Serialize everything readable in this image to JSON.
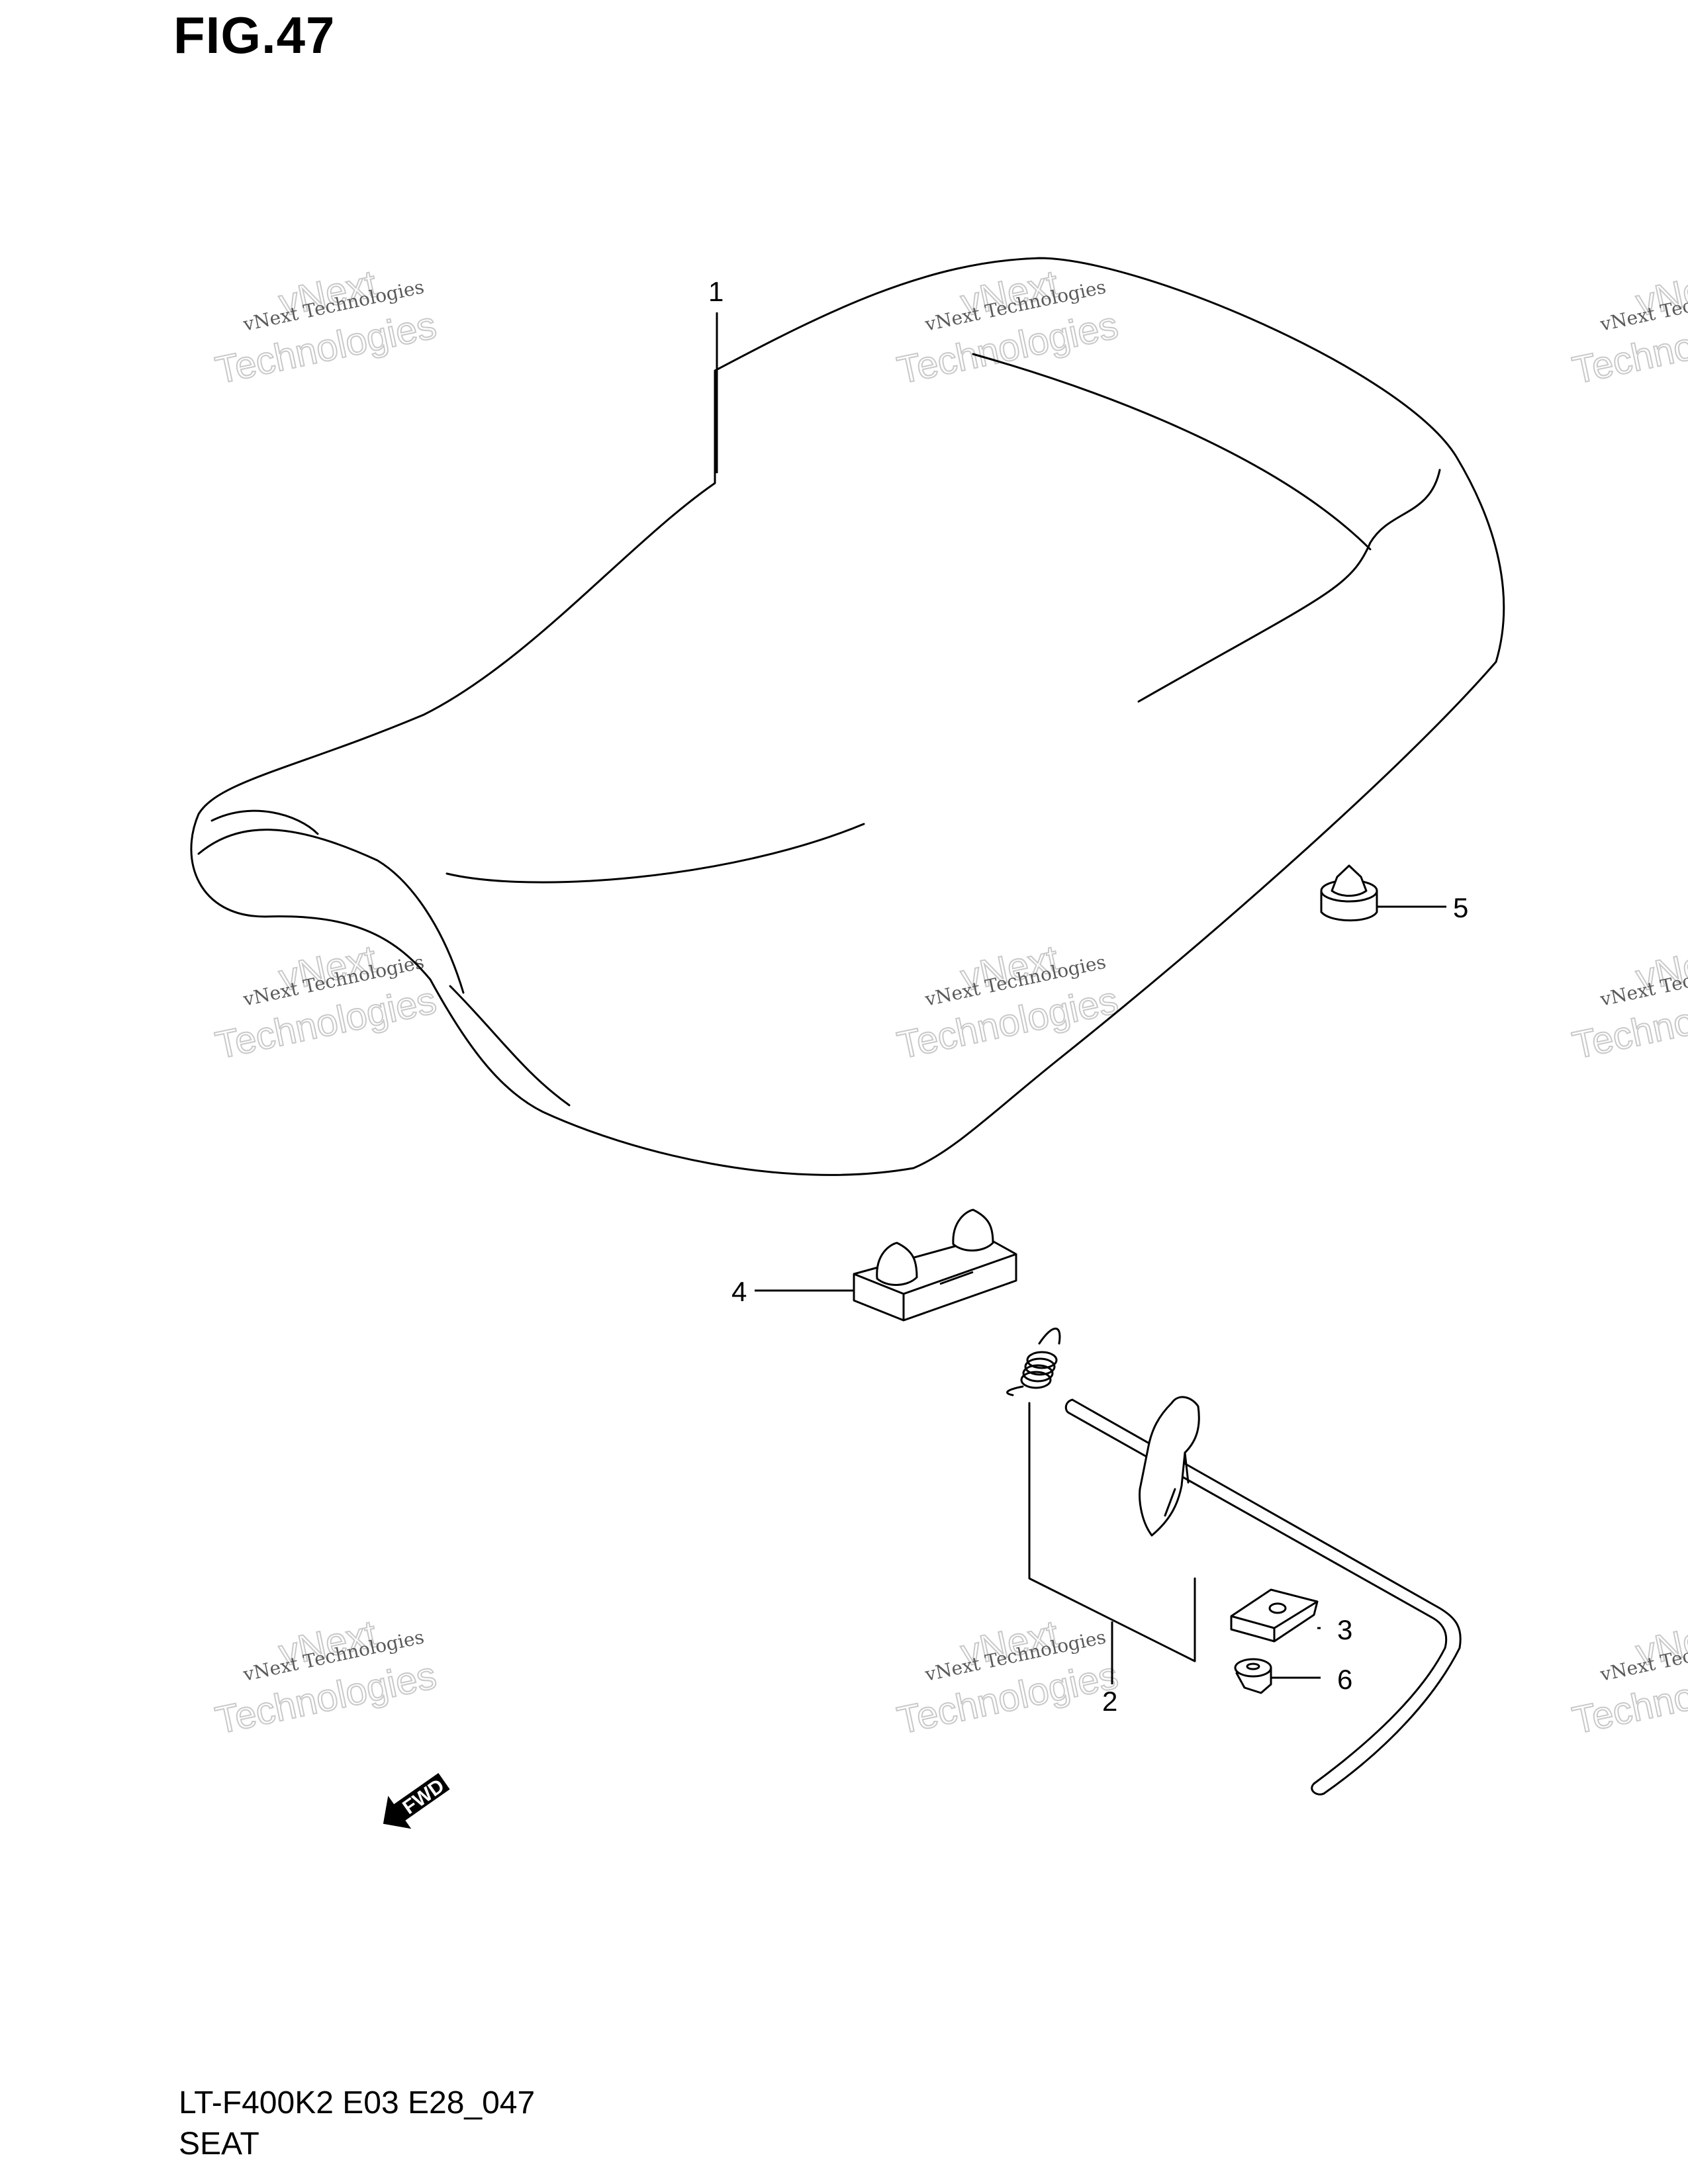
{
  "figure": {
    "title": "FIG.47"
  },
  "footer": {
    "code": "LT-F400K2 E03 E28_047",
    "name": "SEAT"
  },
  "callouts": [
    "1",
    "2",
    "3",
    "4",
    "5",
    "6"
  ],
  "watermark": {
    "line1": "vNext Technologies",
    "line2": "vNext",
    "line3": "Technologies"
  },
  "fwd_arrow": {
    "label": "FWD",
    "icon": "fwd-arrow-icon"
  }
}
